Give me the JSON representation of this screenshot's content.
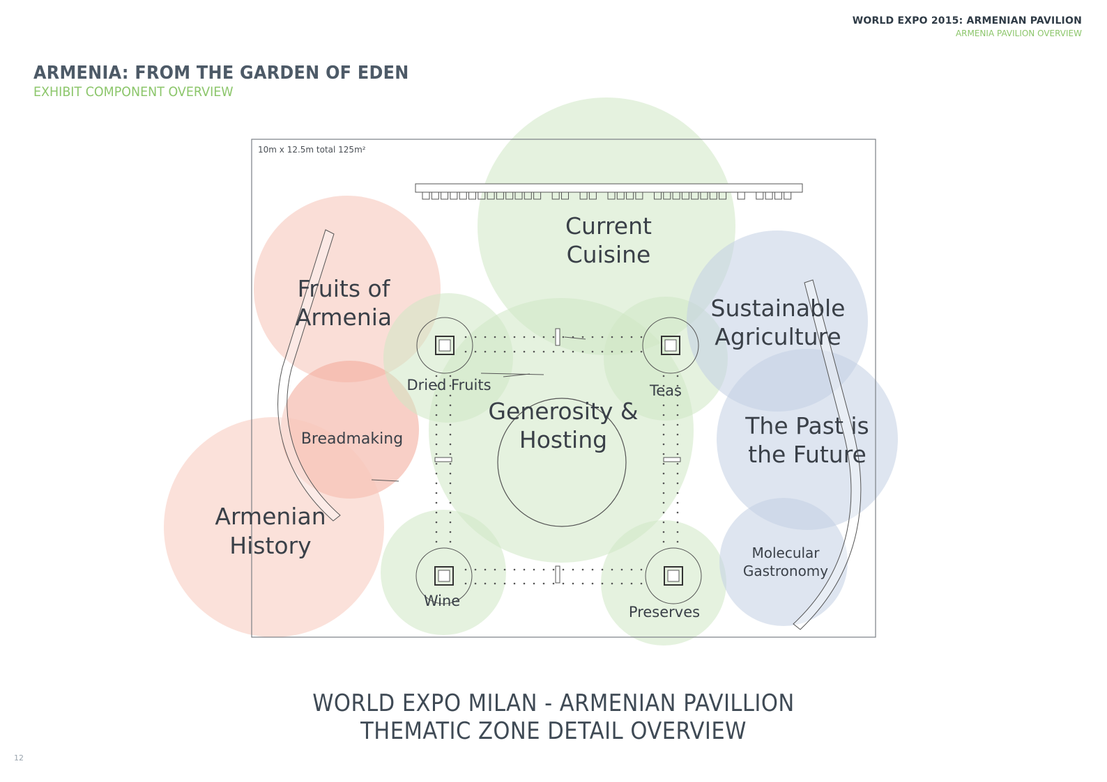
{
  "header": {
    "right_title": "WORLD EXPO 2015: ARMENIAN PAVILION",
    "right_subtitle": "ARMENIA PAVILION OVERVIEW",
    "title": "ARMENIA: FROM THE GARDEN OF EDEN",
    "subtitle": "EXHIBIT COMPONENT OVERVIEW"
  },
  "plan": {
    "area_note": "10m x 12.5m total 125m²",
    "zones": [
      {
        "id": "current-cuisine",
        "lines": [
          "Current",
          "Cuisine"
        ],
        "color": "#cfe8c4"
      },
      {
        "id": "fruits-of-armenia",
        "lines": [
          "Fruits of",
          "Armenia"
        ],
        "color": "#f6c3b7"
      },
      {
        "id": "breadmaking",
        "lines": [
          "Breadmaking"
        ],
        "color": "#f3a898"
      },
      {
        "id": "armenian-history",
        "lines": [
          "Armenian",
          "History"
        ],
        "color": "#f7c8bb"
      },
      {
        "id": "generosity-hosting",
        "lines": [
          "Generosity &",
          "Hosting"
        ],
        "color": "#cfe8c4"
      },
      {
        "id": "dried-fruits",
        "lines": [
          "Dried Fruits"
        ],
        "color": "#cfe8c4"
      },
      {
        "id": "teas",
        "lines": [
          "Teas"
        ],
        "color": "#cfe8c4"
      },
      {
        "id": "wine",
        "lines": [
          "Wine"
        ],
        "color": "#cfe8c4"
      },
      {
        "id": "preserves",
        "lines": [
          "Preserves"
        ],
        "color": "#cfe8c4"
      },
      {
        "id": "sustainable-agriculture",
        "lines": [
          "Sustainable",
          "Agriculture"
        ],
        "color": "#c3cfe3"
      },
      {
        "id": "past-is-future",
        "lines": [
          "The Past is",
          "the Future"
        ],
        "color": "#c3cfe3"
      },
      {
        "id": "molecular-gastronomy",
        "lines": [
          "Molecular",
          "Gastronomy"
        ],
        "color": "#c3cfe3"
      }
    ]
  },
  "footer": {
    "line1": "WORLD EXPO MILAN - ARMENIAN PAVILLION",
    "line2": "THEMATIC ZONE DETAIL OVERVIEW"
  },
  "page_number": "12"
}
